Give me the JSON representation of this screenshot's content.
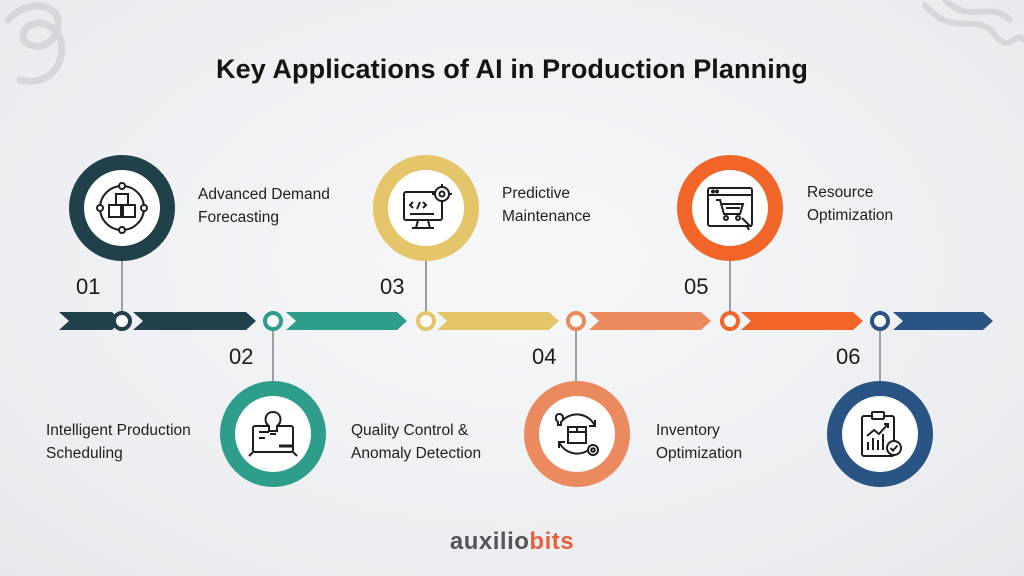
{
  "title": "Key Applications of AI in Production Planning",
  "brand": {
    "part1": "auxilio",
    "part2": "bits"
  },
  "colors": {
    "step1": "#21414a",
    "step2": "#2e9e8a",
    "step3": "#e5c56a",
    "step4": "#ec8a5f",
    "step5": "#f16528",
    "step6": "#2a5484"
  },
  "steps": [
    {
      "number": "01",
      "label": "Advanced Demand\nForecasting",
      "icon": "cubes-network-icon"
    },
    {
      "number": "02",
      "label": "Intelligent Production\nScheduling",
      "icon": "blueprint-lightbulb-icon"
    },
    {
      "number": "03",
      "label": "Predictive\nMaintenance",
      "icon": "monitor-code-gear-icon"
    },
    {
      "number": "04",
      "label": "Inventory\nOptimization",
      "icon": "box-cycle-icon"
    },
    {
      "number": "05",
      "label": "Resource\nOptimization",
      "icon": "browser-cart-icon"
    },
    {
      "number": "06",
      "label": "",
      "icon": "clipboard-chart-icon"
    }
  ],
  "extra_label": "Quality Control &\nAnomaly Detection"
}
